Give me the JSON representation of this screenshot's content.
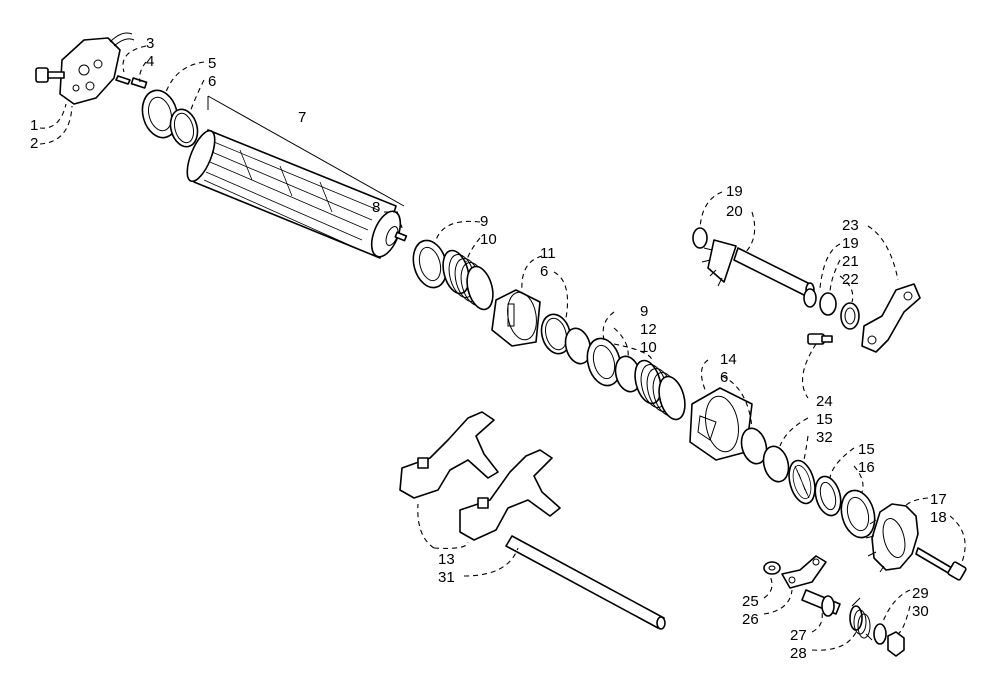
{
  "diagram": {
    "callouts": {
      "c1": "1",
      "c2": "2",
      "c3": "3",
      "c4": "4",
      "c5": "5",
      "c6a": "6",
      "c7": "7",
      "c8": "8",
      "c9a": "9",
      "c10a": "10",
      "c11": "11",
      "c6b": "6",
      "c9b": "9",
      "c12": "12",
      "c10b": "10",
      "c14": "14",
      "c6c": "6",
      "c19a": "19",
      "c20": "20",
      "c23": "23",
      "c19b": "19",
      "c21": "21",
      "c22": "22",
      "c24": "24",
      "c15a": "15",
      "c32": "32",
      "c15b": "15",
      "c16": "16",
      "c17": "17",
      "c18": "18",
      "c13": "13",
      "c31": "31",
      "c25": "25",
      "c26": "26",
      "c27": "27",
      "c28": "28",
      "c29": "29",
      "c30": "30"
    }
  }
}
